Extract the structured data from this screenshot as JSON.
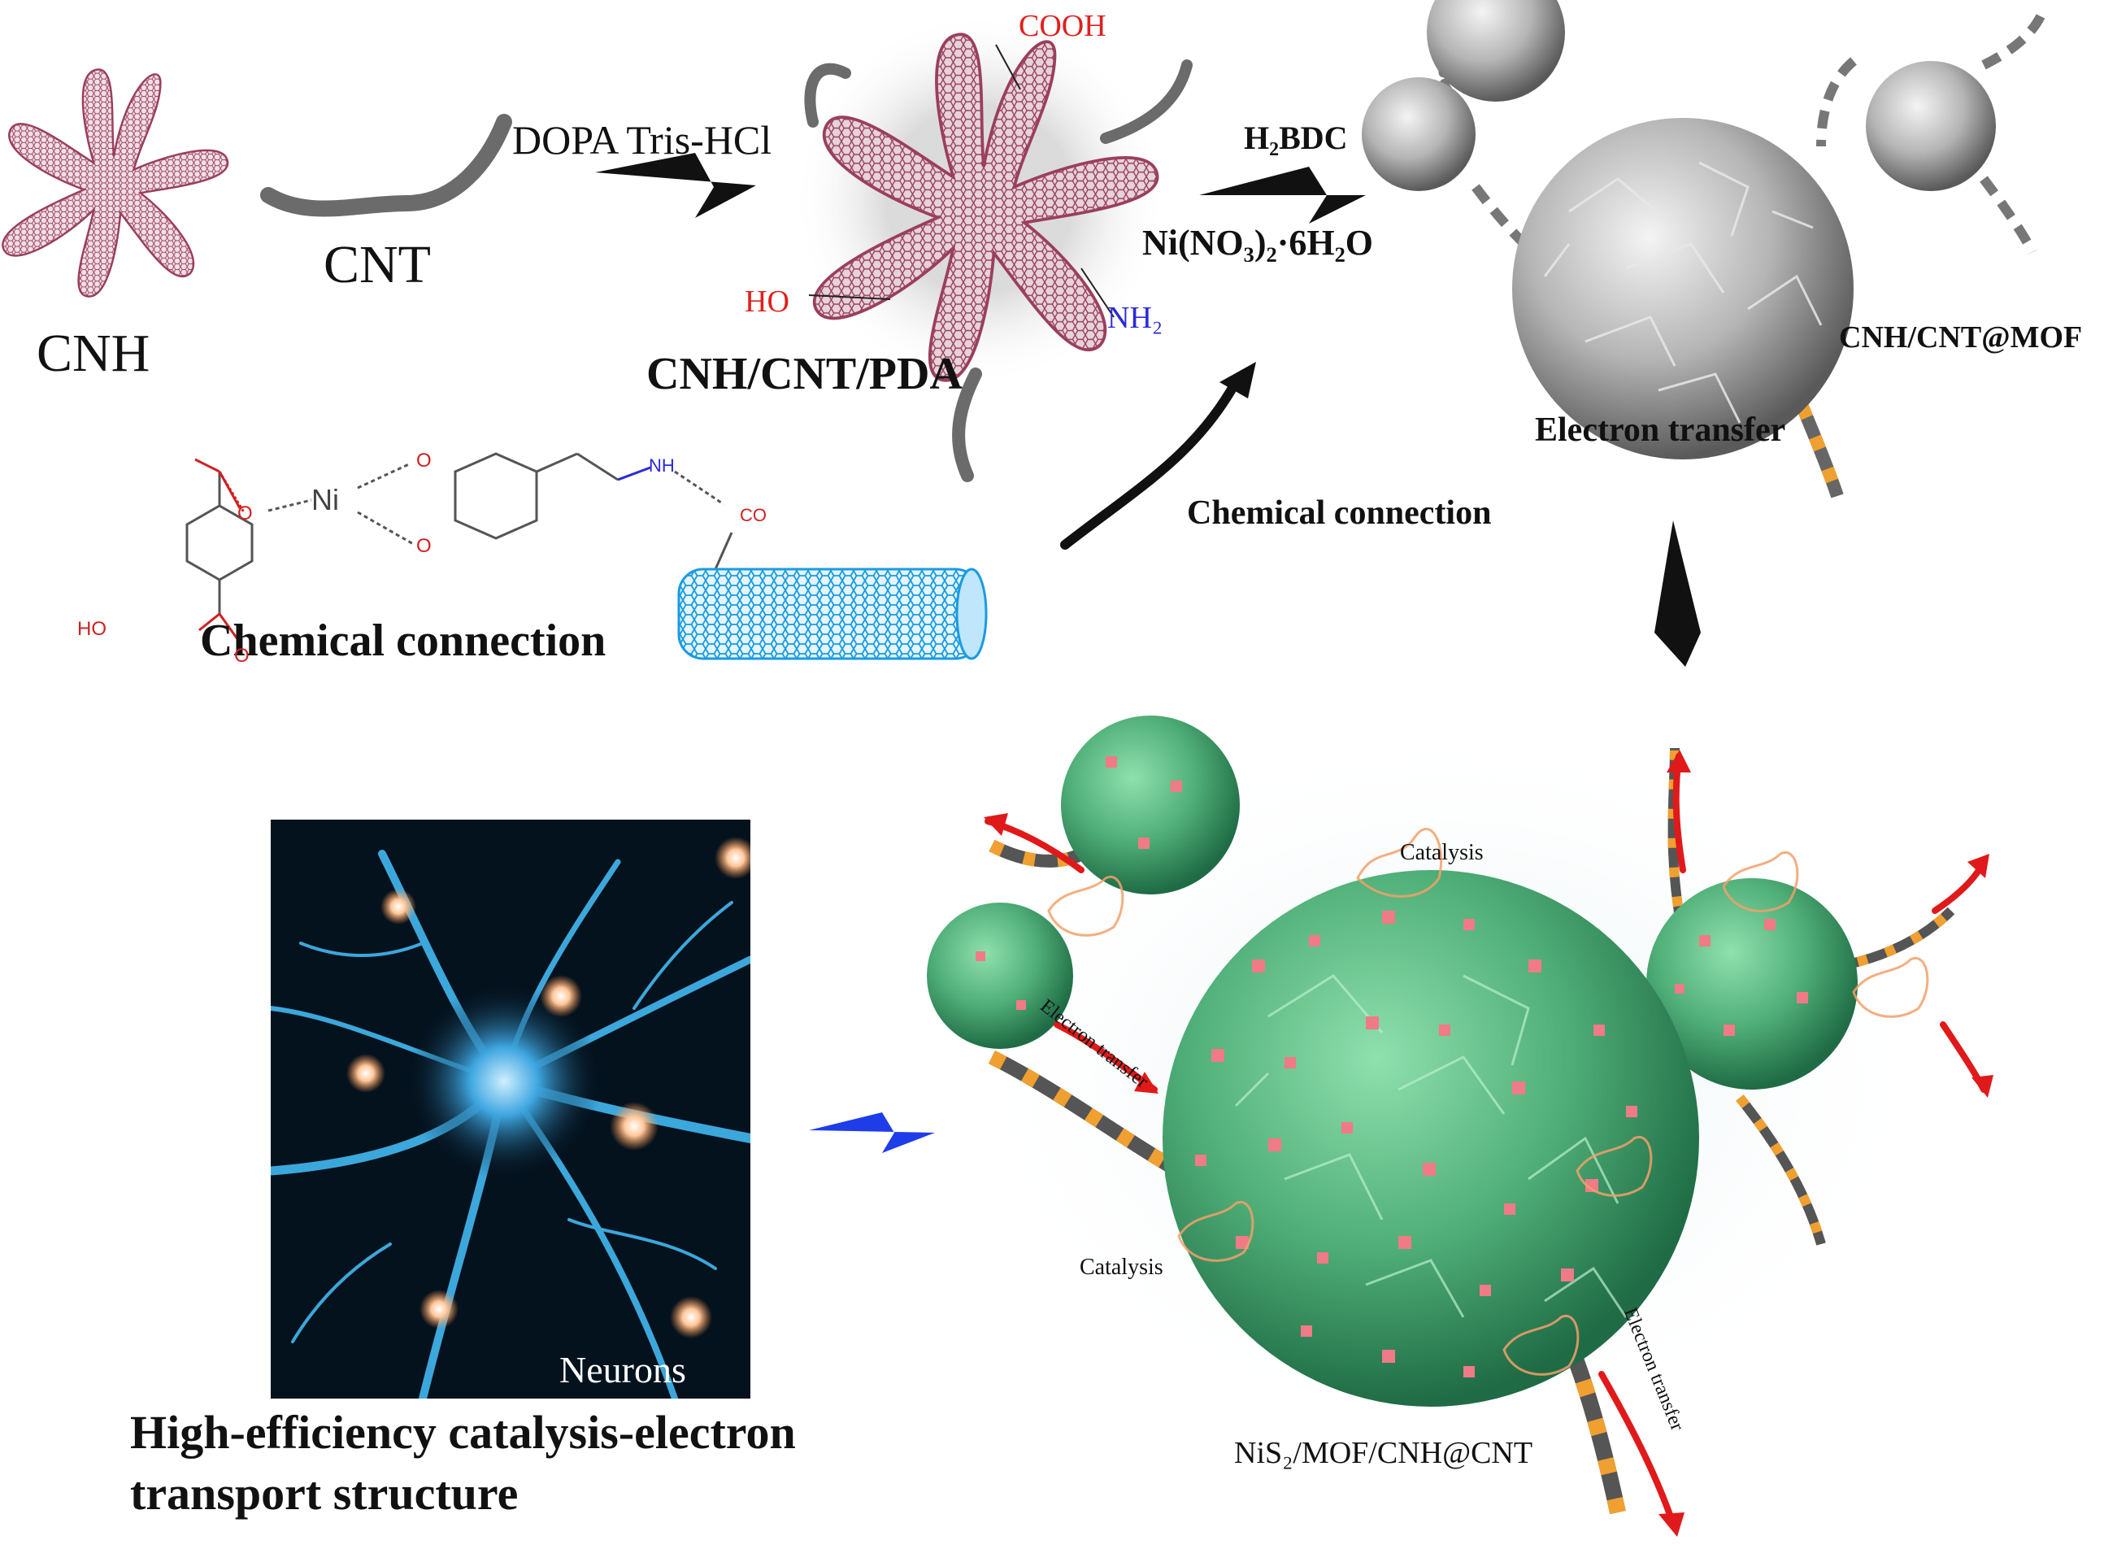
{
  "labels": {
    "cnh": "CNH",
    "cnt": "CNT",
    "dopa": "DOPA Tris-HCl",
    "cooh": "COOH",
    "ho": "HO",
    "nh2": "NH₂",
    "cnh_cnt_pda": "CNH/CNT/PDA",
    "h2bdc": "H₂BDC",
    "ni_salt": "Ni(NO₃)₂·6H₂O",
    "cnh_cnt_mof": "CNH/CNT@MOF",
    "electron_transfer_top": "Electron transfer",
    "chemical_connection_arrow": "Chemical connection",
    "chemical_connection_struct": "Chemical connection",
    "ni_atom": "Ni",
    "o_atom_1": "O",
    "o_atom_2": "O",
    "o_atom_3": "O",
    "ho_molecule": "HO",
    "o_atom_4": "O",
    "nh_atom": "NH",
    "co_atom": "CO",
    "catalysis_top": "Catalysis",
    "catalysis_bottom": "Catalysis",
    "electron_transfer_left": "Electron transfer",
    "electron_transfer_right": "Electron transfer",
    "neurons": "Neurons",
    "bottom_caption_line1": "High-efficiency catalysis-electron",
    "bottom_caption_line2": "transport structure",
    "product": "NiS₂/MOF/CNH@CNT"
  },
  "colors": {
    "cnh_mesh": "#a0506a",
    "cnt_gray": "#6b6b6b",
    "functional_red": "#e0201c",
    "functional_blue": "#2a2ad8",
    "mof_gray": "#9c9c9c",
    "mof_green": "#52b27a",
    "nis2_pink": "#f07a86",
    "band_orange": "#f0a030",
    "blue_nanotube": "#2aa8e8",
    "neuron_bg": "#04121e",
    "neuron_glow": "#43b8f0",
    "arrow_black": "#111111",
    "arrow_blue": "#1e3ce8",
    "arrow_red": "#e01a1a"
  }
}
